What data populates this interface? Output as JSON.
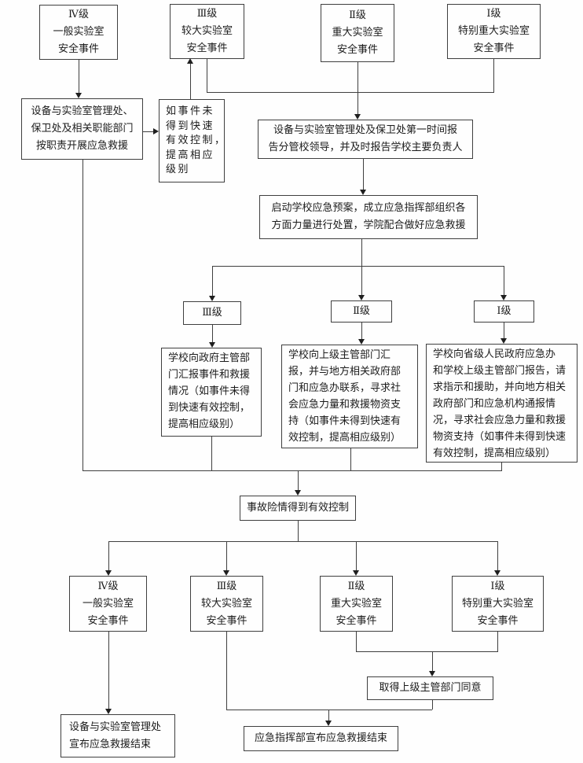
{
  "diagram": {
    "type": "flowchart",
    "language": "zh-CN",
    "colors": {
      "background": "#fefefe",
      "border": "#3f3f3f",
      "text": "#1c1c1c",
      "line": "#3f3f3f"
    },
    "nodes": {
      "top_iv": "Ⅳ级\n一般实验室\n安全事件",
      "top_iii": "Ⅲ级\n较大实验室\n安全事件",
      "top_ii": "Ⅱ级\n重大实验室\n安全事件",
      "top_i": "Ⅰ级\n特别重大实验室\n安全事件",
      "dispatch": "设备与实验室管理处、\n保卫处及相关职能部门\n按职责开展应急救援",
      "escalate": "如事件未\n得到快速\n有效控制，\n提高相应\n级别",
      "first_report": "设备与实验室管理处及保卫处第一时间报\n告分管校领导，并及时报告学校主要负责人",
      "activate": "启动学校应急预案，成立应急指挥部组织各\n方面力量进行处置，学院配合做好应急救援",
      "tag_iii": "Ⅲ级",
      "tag_ii": "Ⅱ级",
      "tag_i": "Ⅰ级",
      "report_iii": "学校向政府主管部\n门汇报事件和救援\n情况（如事件未得\n到快速有效控制，\n提高相应级别）",
      "report_ii": "学校向上级主管部门汇\n报，并与地方相关政府部\n门和应急办联系，寻求社\n会应急力量和救援物资支\n持（如事件未得到快速有\n效控制，提高相应级别）",
      "report_i": "学校向省级人民政府应急办\n和学校上级主管部门报告，请\n求指示和援助，并向地方相关\n政府部门和应急机构通报情\n况，寻求社会应急力量和救援\n物资支持（如事件未得到快速\n有效控制，提高相应级别）",
      "controlled": "事故险情得到有效控制",
      "bot_iv": "Ⅳ级\n一般实验室\n安全事件",
      "bot_iii": "Ⅲ级\n较大实验室\n安全事件",
      "bot_ii": "Ⅱ级\n重大实验室\n安全事件",
      "bot_i": "Ⅰ级\n特别重大实验室\n安全事件",
      "approval": "取得上级主管部门同意",
      "end_dept": "设备与实验室管理处\n宣布应急救援结束",
      "end_hq": "应急指挥部宣布应急救援结束"
    }
  }
}
